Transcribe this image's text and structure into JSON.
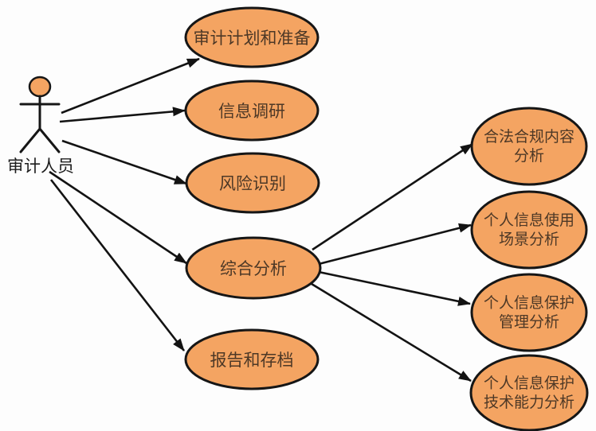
{
  "diagram": {
    "type": "uml-use-case-diagram",
    "actor": {
      "name": "审计人员"
    },
    "use_cases": [
      {
        "id": "audit-plan",
        "label": "审计计划和准备"
      },
      {
        "id": "info-research",
        "label": "信息调研"
      },
      {
        "id": "risk-identify",
        "label": "风险识别"
      },
      {
        "id": "comprehensive-analysis",
        "label": "综合分析"
      },
      {
        "id": "report-archive",
        "label": "报告和存档"
      },
      {
        "id": "legal-compliance-analysis",
        "label": "合法合规内容分析",
        "lines": [
          "合法合规内容",
          "分析"
        ]
      },
      {
        "id": "usage-scenario-analysis",
        "label": "个人信息使用场景分析",
        "lines": [
          "个人信息使用",
          "场景分析"
        ]
      },
      {
        "id": "protection-management-analysis",
        "label": "个人信息保护管理分析",
        "lines": [
          "个人信息保护",
          "管理分析"
        ]
      },
      {
        "id": "protection-tech-analysis",
        "label": "个人信息保护技术能力分析",
        "lines": [
          "个人信息保护",
          "技术能力分析"
        ]
      }
    ],
    "edges": [
      {
        "from": "审计人员",
        "to": "审计计划和准备"
      },
      {
        "from": "审计人员",
        "to": "信息调研"
      },
      {
        "from": "审计人员",
        "to": "风险识别"
      },
      {
        "from": "审计人员",
        "to": "综合分析"
      },
      {
        "from": "审计人员",
        "to": "报告和存档"
      },
      {
        "from": "综合分析",
        "to": "合法合规内容分析"
      },
      {
        "from": "综合分析",
        "to": "个人信息使用场景分析"
      },
      {
        "from": "综合分析",
        "to": "个人信息保护管理分析"
      },
      {
        "from": "综合分析",
        "to": "个人信息保护技术能力分析"
      }
    ],
    "colors": {
      "node_fill": "#F4A462",
      "node_stroke": "#161616",
      "node_text": "#4d3826",
      "edge_color": "#131313",
      "actor_label": "#1d1d1d",
      "background": "#fdfdfd"
    }
  }
}
